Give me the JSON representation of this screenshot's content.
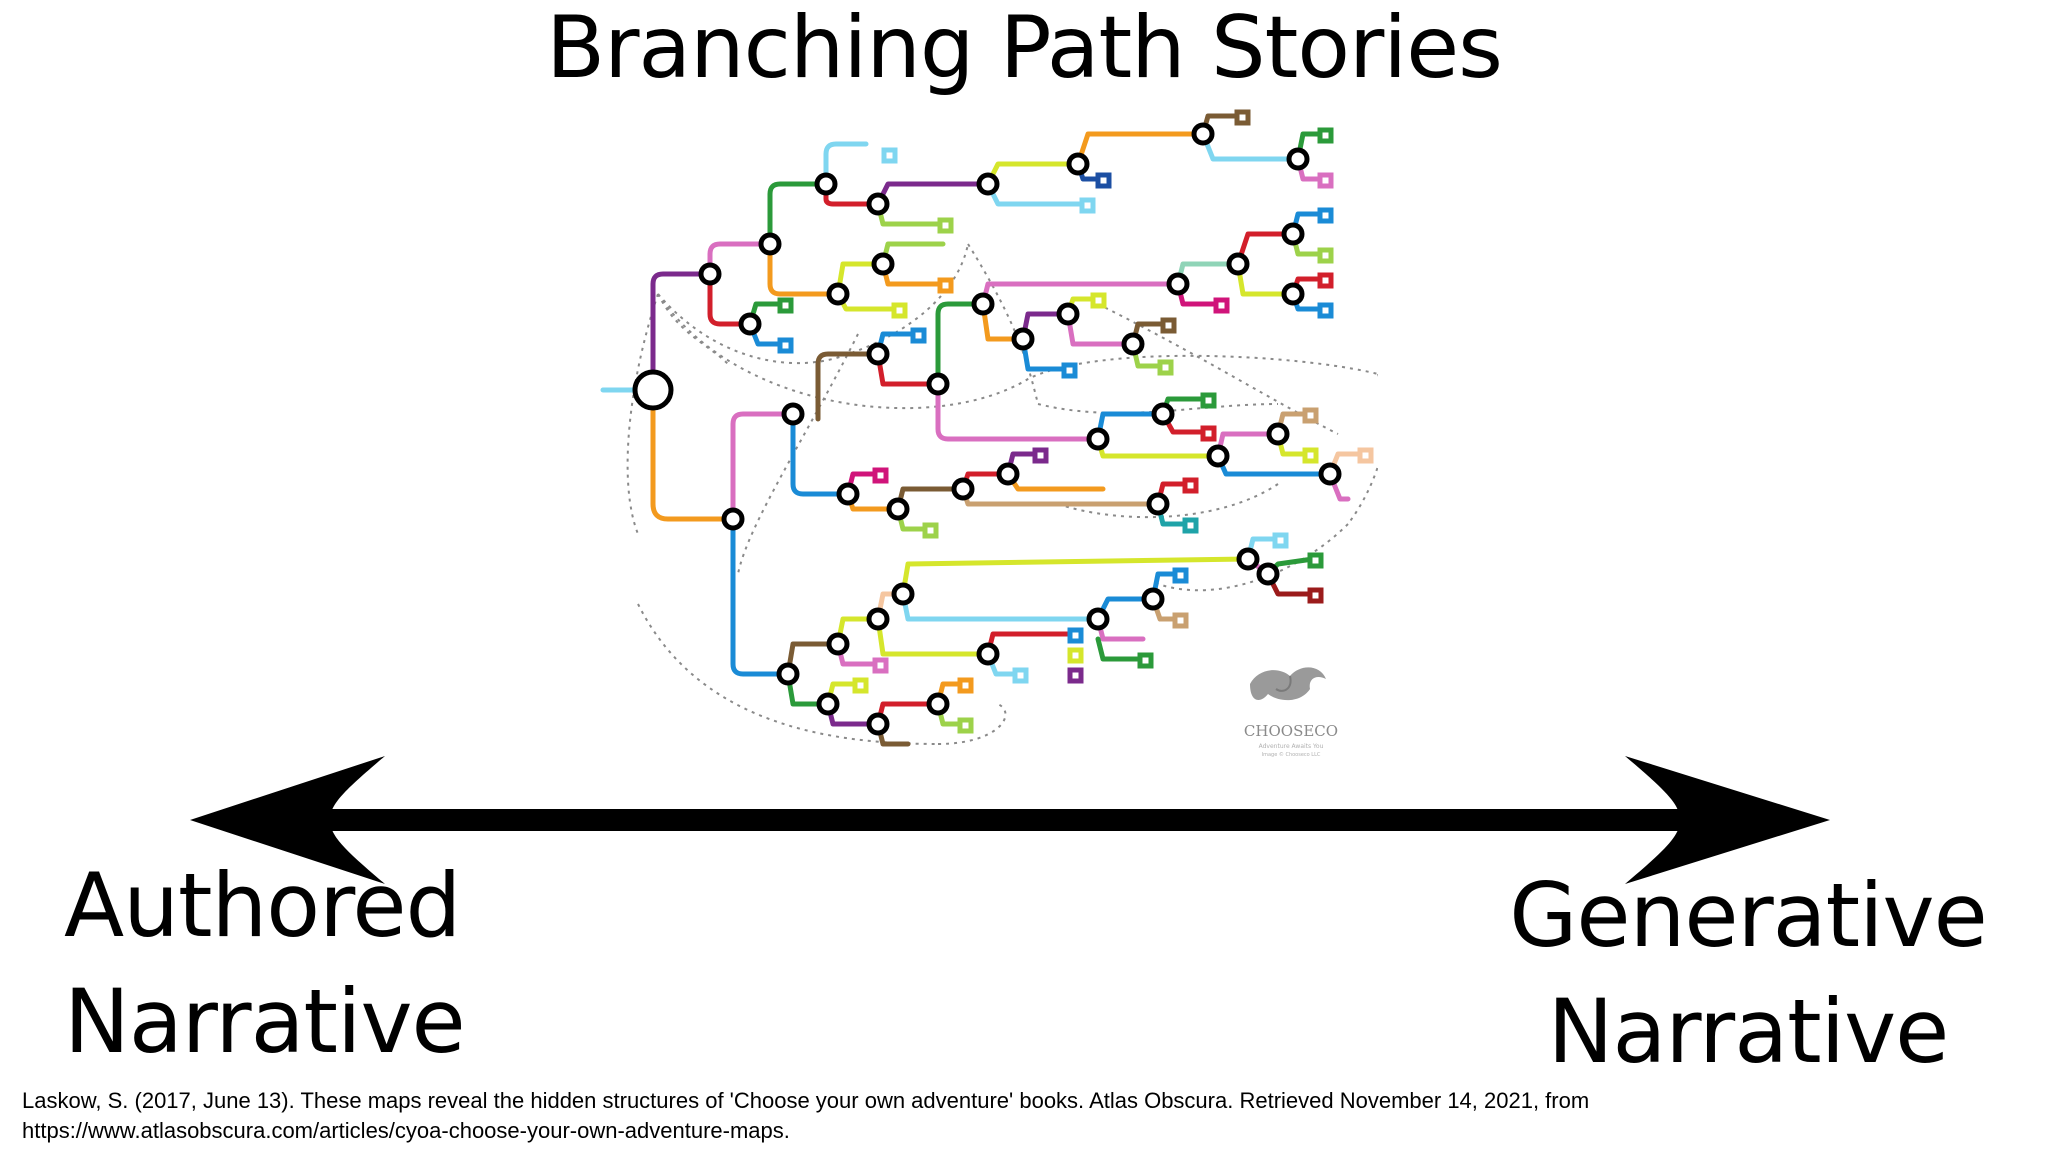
{
  "slide": {
    "title": "Branching Path Stories",
    "left_label": [
      "Authored",
      "Narrative"
    ],
    "right_label": [
      "Generative",
      "Narrative"
    ],
    "citation": [
      "Laskow, S. (2017, June 13). These maps reveal the hidden structures of 'Choose your own adventure' books. Atlas Obscura. Retrieved November 14, 2021, from",
      "https://www.atlasobscura.com/articles/cyoa-choose-your-own-adventure-maps."
    ]
  },
  "map": {
    "logo": {
      "name": "CHOOSECO",
      "tagline": "Adventure Awaits You",
      "credit": "Image © Chooseco LLC"
    },
    "colors": {
      "purple": "#7b2a8c",
      "orange": "#f39a1e",
      "green": "#2b9a3a",
      "pink": "#d96fc0",
      "red": "#d21f2b",
      "blue": "#1a8bd6",
      "lightblue": "#7fd6f0",
      "lime": "#d5e62c",
      "brown": "#7a5b34",
      "tan": "#c9a070",
      "teal": "#1fa3a8",
      "darkblue": "#1c4fa3",
      "magenta": "#d0147a",
      "peach": "#f5c6a0",
      "mint": "#8fd4b7",
      "darkred": "#9b1b1b"
    }
  }
}
